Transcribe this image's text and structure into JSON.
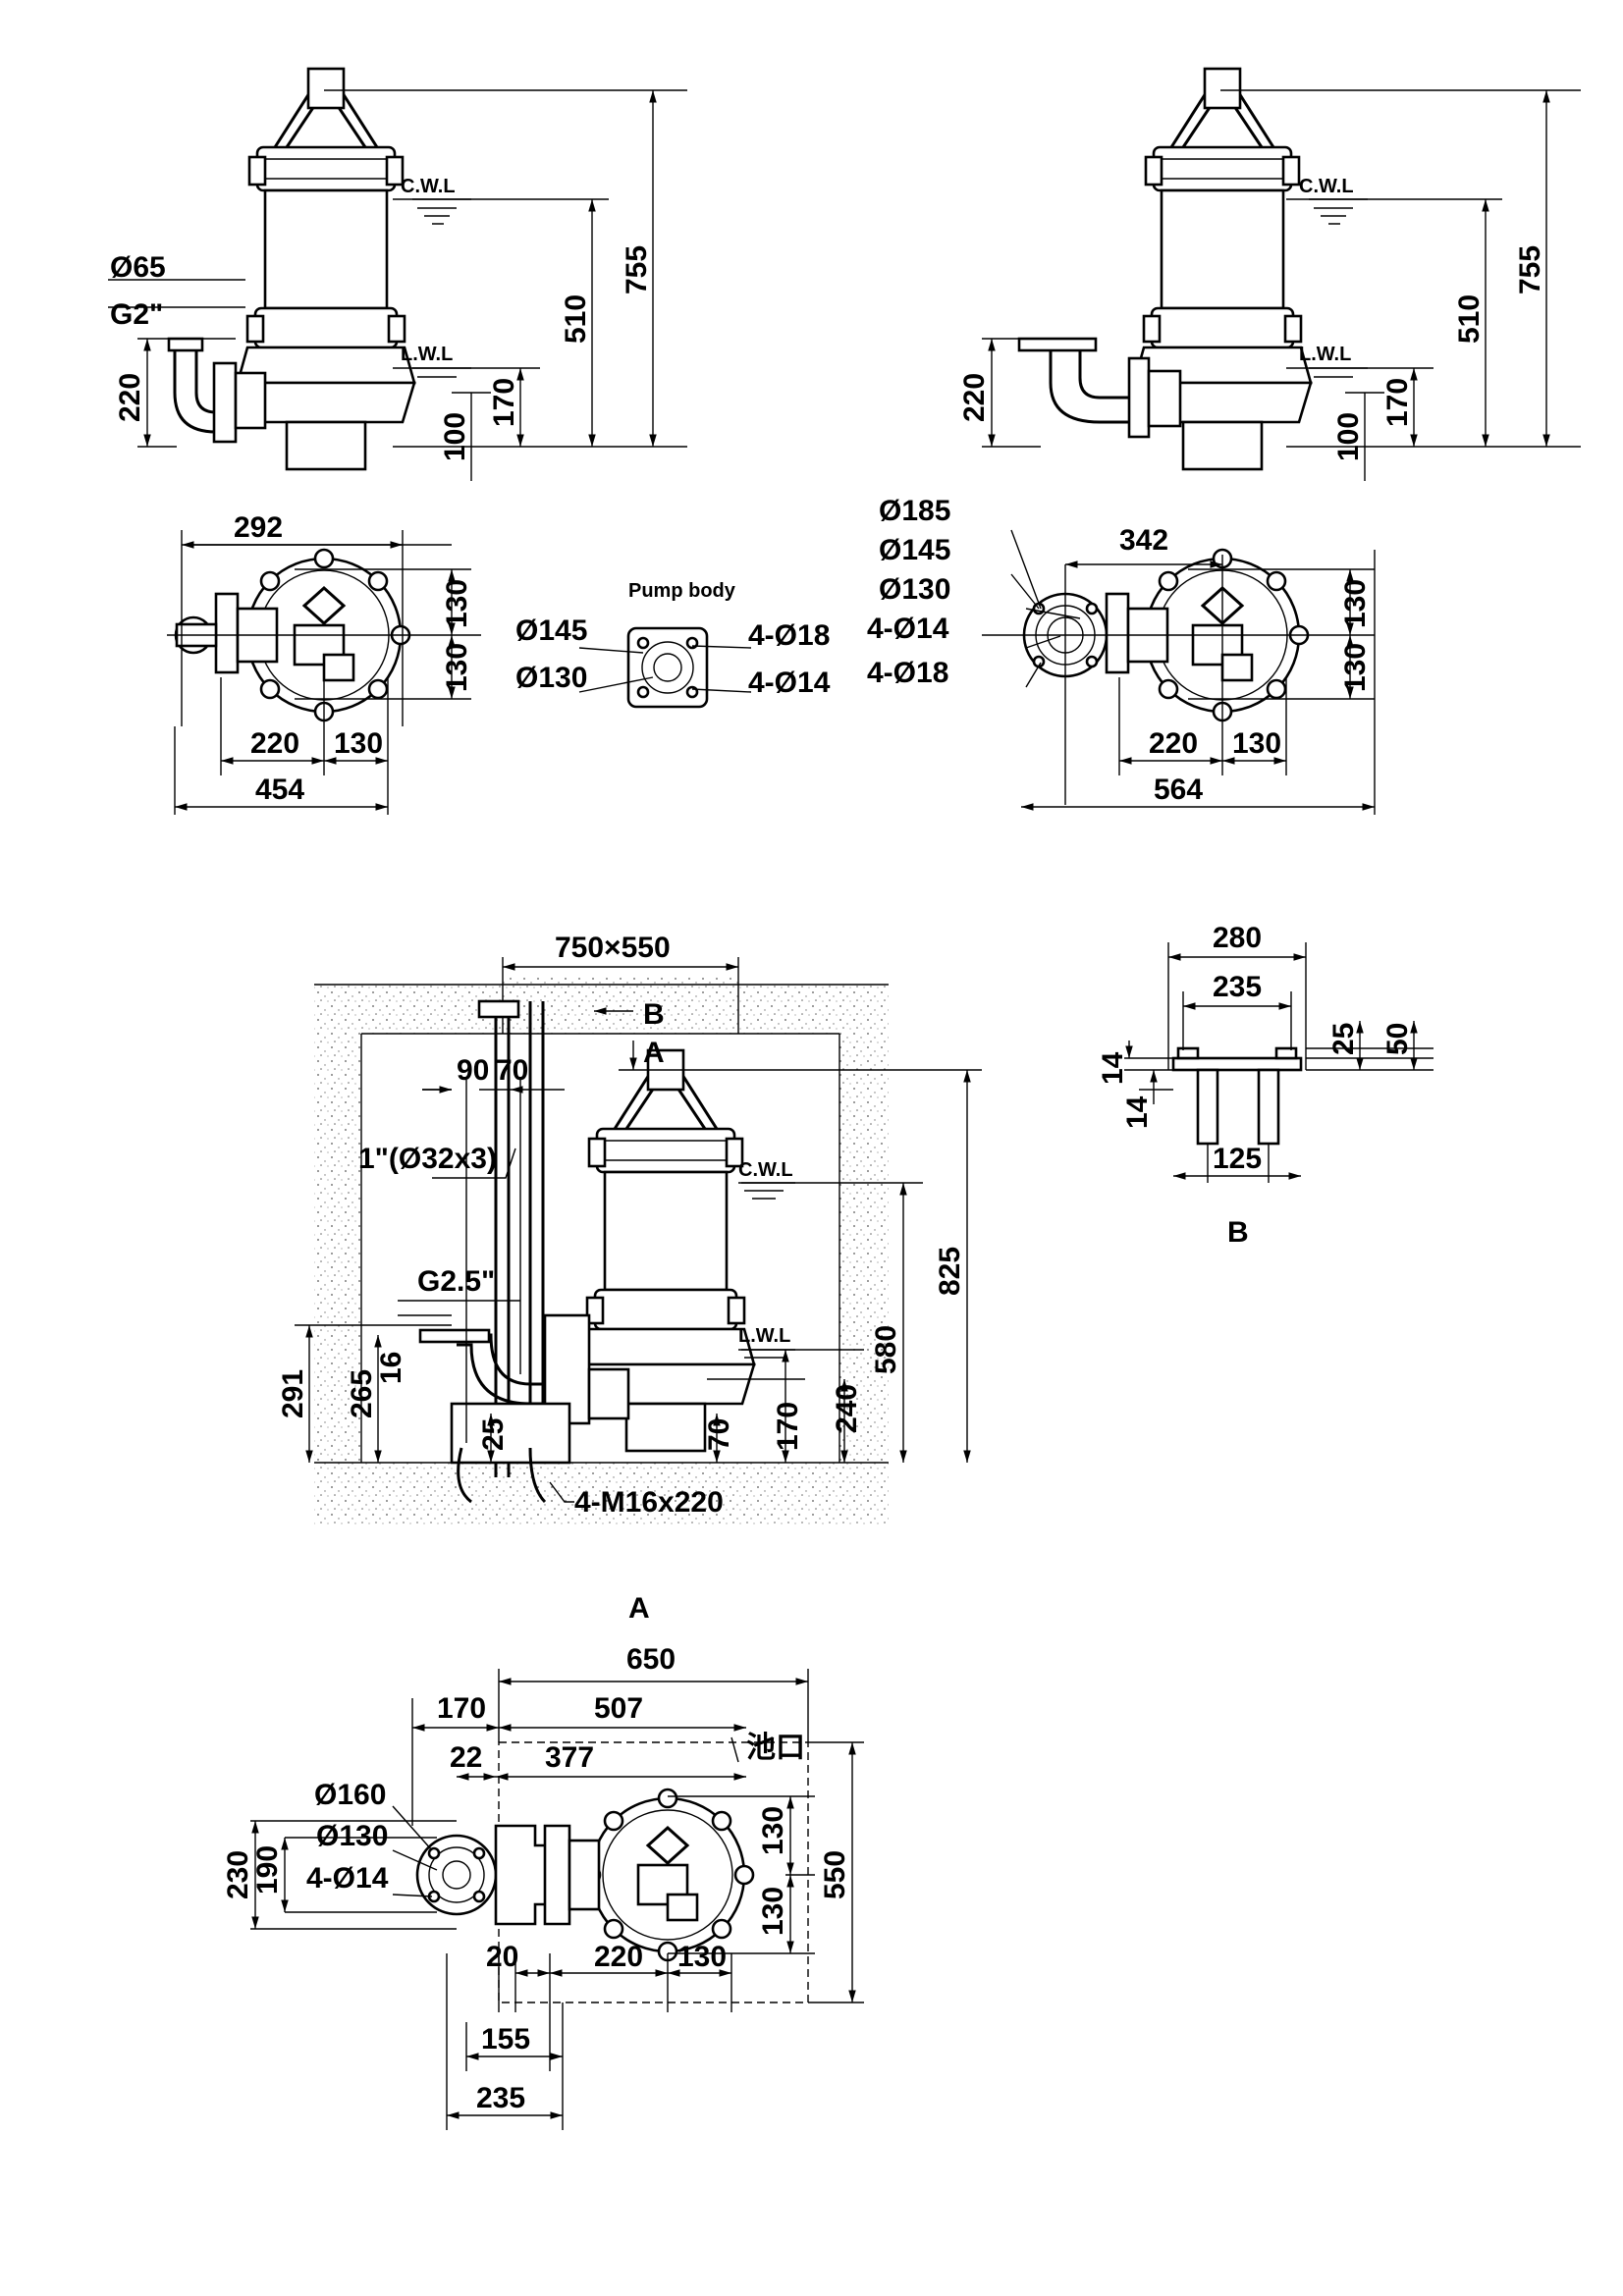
{
  "water_levels": {
    "cwl": "C.W.L",
    "lwl": "L.W.L"
  },
  "elevation_left": {
    "d_outlet": "Ø65",
    "thread": "G2\"",
    "h_outlet": "220",
    "h_total": "755",
    "h_cwl": "510",
    "h_lwl": "170",
    "h_base": "100"
  },
  "elevation_right": {
    "h_outlet": "220",
    "h_total": "755",
    "h_cwl": "510",
    "h_lwl": "170",
    "h_base": "100"
  },
  "plan_left": {
    "w_top": "292",
    "r_upper": "130",
    "r_lower": "130",
    "w_220": "220",
    "w_130": "130",
    "w_total": "454"
  },
  "pump_body": {
    "title": "Pump body",
    "d145": "Ø145",
    "d130": "Ø130",
    "holes18": "4-Ø18",
    "holes14": "4-Ø14"
  },
  "plan_right": {
    "d185": "Ø185",
    "d145": "Ø145",
    "d130": "Ø130",
    "holes14": "4-Ø14",
    "holes18": "4-Ø18",
    "w_342": "342",
    "r_upper": "130",
    "r_lower": "130",
    "w_220": "220",
    "w_130": "130",
    "w_total": "564"
  },
  "installation": {
    "pit": "750×550",
    "view_b": "B",
    "view_a": "A",
    "d90": "90",
    "d70": "70",
    "pipe": "1\"(Ø32x3)",
    "thread": "G2.5\"",
    "h16": "16",
    "h291": "291",
    "h265": "265",
    "h25": "25",
    "h70": "70",
    "h170": "170",
    "h240": "240",
    "h580": "580",
    "h825": "825",
    "bolts": "4-M16x220"
  },
  "detail_b": {
    "w280": "280",
    "w235": "235",
    "h25": "25",
    "h50": "50",
    "t14a": "14",
    "t14b": "14",
    "w125": "125",
    "title": "B"
  },
  "plan_a": {
    "title": "A",
    "w650": "650",
    "w170": "170",
    "w507": "507",
    "pit_edge": "池口",
    "w22": "22",
    "w377": "377",
    "d160": "Ø160",
    "d130": "Ø130",
    "holes14": "4-Ø14",
    "h230": "230",
    "h190": "190",
    "r130a": "130",
    "r130b": "130",
    "h550": "550",
    "w20": "20",
    "w220": "220",
    "w130": "130",
    "w155": "155",
    "w235": "235"
  }
}
